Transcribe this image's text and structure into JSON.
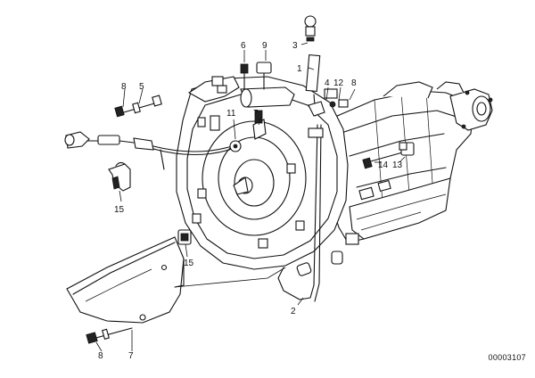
{
  "diagram": {
    "reference_number": "00003107",
    "callouts": [
      {
        "id": "c1",
        "text": "1"
      },
      {
        "id": "c2",
        "text": "2"
      },
      {
        "id": "c3",
        "text": "3"
      },
      {
        "id": "c4",
        "text": "4"
      },
      {
        "id": "c5",
        "text": "5"
      },
      {
        "id": "c6",
        "text": "6"
      },
      {
        "id": "c7a",
        "text": "7"
      },
      {
        "id": "c7b",
        "text": "7"
      },
      {
        "id": "c8a",
        "text": "8"
      },
      {
        "id": "c8b",
        "text": "8"
      },
      {
        "id": "c8c",
        "text": "8"
      },
      {
        "id": "c9",
        "text": "9"
      },
      {
        "id": "c11",
        "text": "11"
      },
      {
        "id": "c12",
        "text": "12"
      },
      {
        "id": "c13",
        "text": "13"
      },
      {
        "id": "c14",
        "text": "14"
      },
      {
        "id": "c15a",
        "text": "15"
      },
      {
        "id": "c15b",
        "text": "15"
      }
    ]
  }
}
